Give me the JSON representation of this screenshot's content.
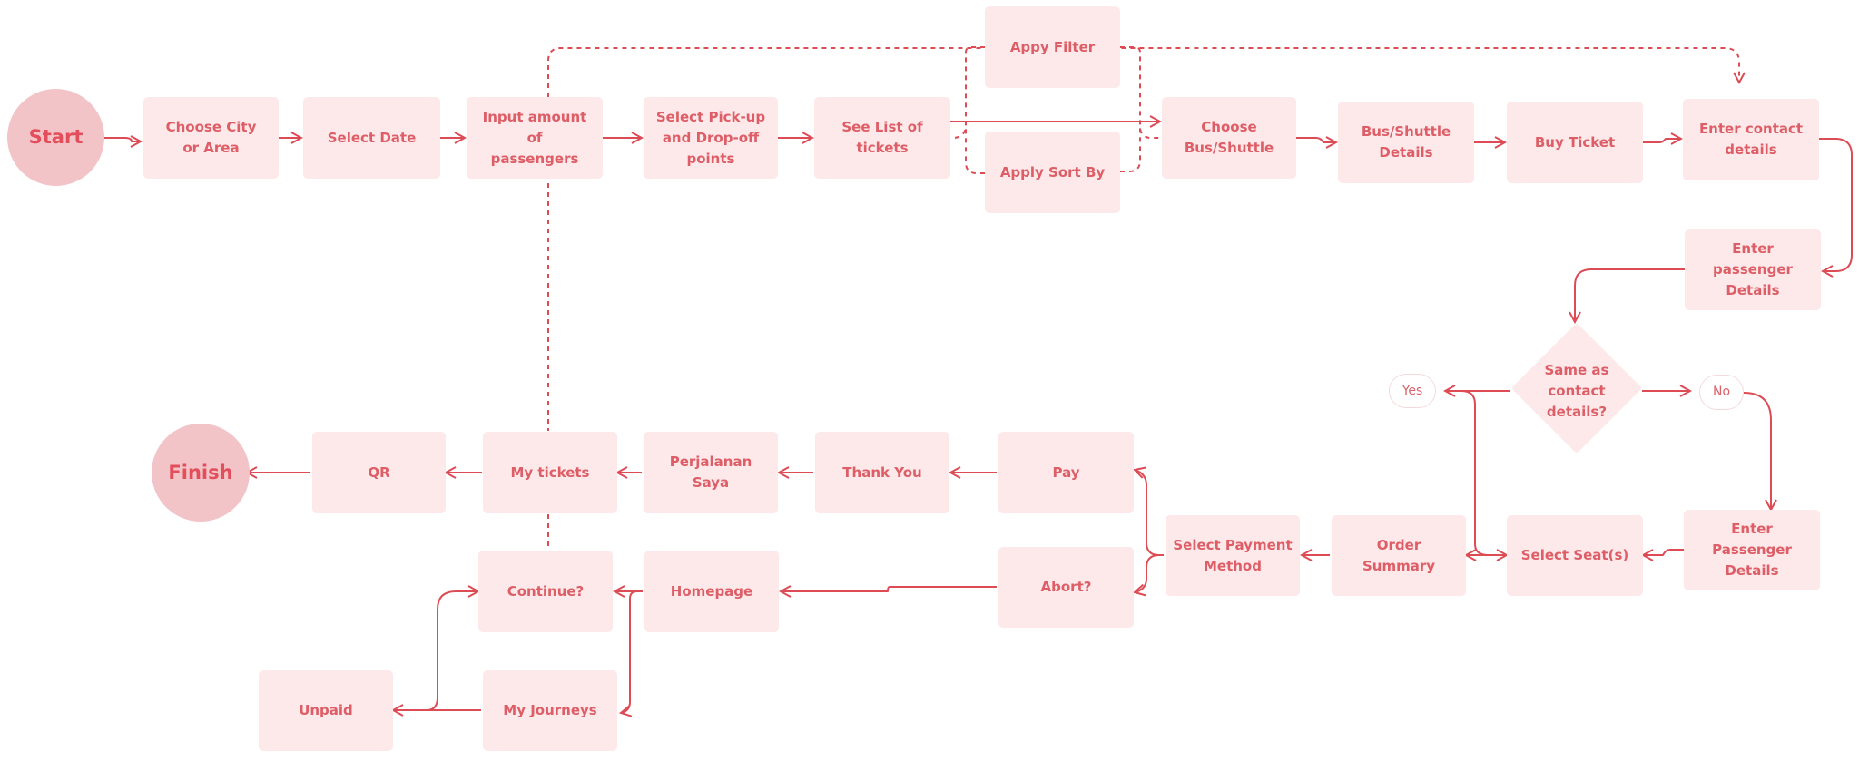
{
  "colors": {
    "node_fill": "#fde8ea",
    "terminal_fill": "#f2c4c8",
    "text": "#dd5e66",
    "line": "#dd4b55"
  },
  "nodes": {
    "start": "Start",
    "choose_city": "Choose City\nor Area",
    "select_date": "Select Date",
    "input_passengers": "Input amount of\npassengers",
    "select_pickup": "Select Pick-up\nand Drop-off\npoints",
    "see_list": "See List of\ntickets",
    "apply_filter": "Appy Filter",
    "apply_sort": "Apply Sort By",
    "choose_bus": "Choose\nBus/Shuttle",
    "bus_details": "Bus/Shuttle\nDetails",
    "buy_ticket": "Buy Ticket",
    "enter_contact": "Enter contact\ndetails",
    "enter_passenger_details": "Enter passenger\nDetails",
    "same_as_contact": "Same as\ncontact\ndetails?",
    "yes": "Yes",
    "no": "No",
    "enter_passenger_details_2": "Enter Passenger\nDetails",
    "select_seats": "Select Seat(s)",
    "order_summary": "Order Summary",
    "select_payment": "Select Payment\nMethod",
    "pay": "Pay",
    "abort": "Abort?",
    "thank_you": "Thank You",
    "perjalanan_saya": "Perjalanan Saya",
    "my_tickets": "My tickets",
    "qr": "QR",
    "finish": "Finish",
    "homepage": "Homepage",
    "continue": "Continue?",
    "my_journeys": "My Journeys",
    "unpaid": "Unpaid"
  }
}
